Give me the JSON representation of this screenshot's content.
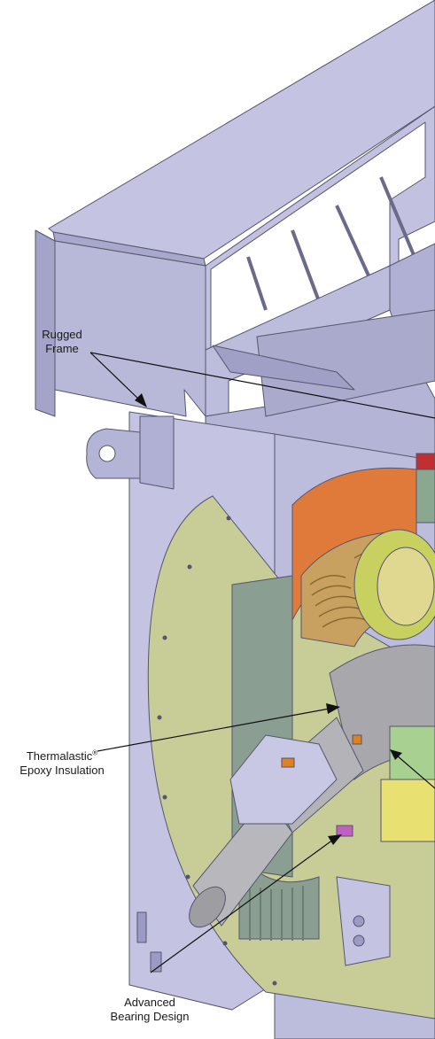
{
  "callouts": {
    "frame": {
      "line1": "Rugged",
      "line2": "Frame"
    },
    "insulation": {
      "line1": "Thermalastic",
      "mark": "®",
      "line2": "Epoxy Insulation"
    },
    "bearing": {
      "line1": "Advanced",
      "line2": "Bearing Design"
    }
  },
  "colors": {
    "frame_light": "#c8c8e4",
    "frame_mid": "#b4b4d6",
    "frame_dark": "#9a9ac2",
    "end_shield": "#c8cd98",
    "winding_orange": "#e07a3a",
    "winding_copper": "#c8a060",
    "shaft": "#a8a8ac",
    "fan_housing": "#8a9e92",
    "bearing_ring": "#c8d060"
  }
}
